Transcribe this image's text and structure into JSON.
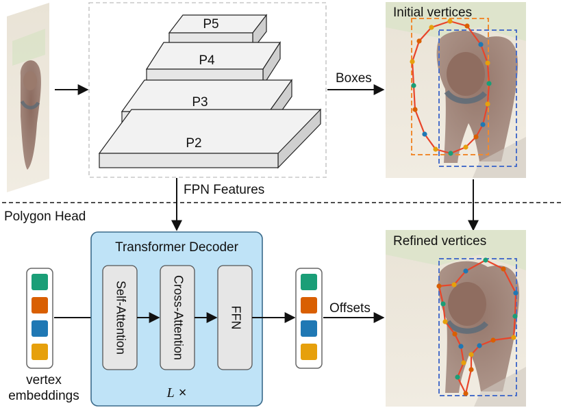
{
  "fpn": {
    "levels": [
      "P5",
      "P4",
      "P3",
      "P2"
    ],
    "features_label": "FPN Features"
  },
  "labels": {
    "boxes": "Boxes",
    "initial_vertices": "Initial vertices",
    "refined_vertices": "Refined vertices",
    "polygon_head": "Polygon Head",
    "offsets": "Offsets",
    "vertex_embeddings_line1": "vertex",
    "vertex_embeddings_line2": "embeddings"
  },
  "decoder": {
    "title": "Transformer Decoder",
    "blocks": [
      "Self-Attention",
      "Cross-Attention",
      "FFN"
    ],
    "repeat_symbol": "L",
    "repeat_times": "×"
  },
  "embedding_colors": [
    "#1a9e77",
    "#d95f02",
    "#1f78b4",
    "#e6a00c"
  ],
  "colors": {
    "decoder_fill": "#bfe3f7",
    "decoder_stroke": "#3a6a8a",
    "polygon_line": "#e8452a",
    "init_box": "#f08a30",
    "dog_box": "#4a6fc9",
    "vertex_palette": [
      "#1a9e77",
      "#d95f02",
      "#1f78b4",
      "#e6a00c"
    ]
  }
}
